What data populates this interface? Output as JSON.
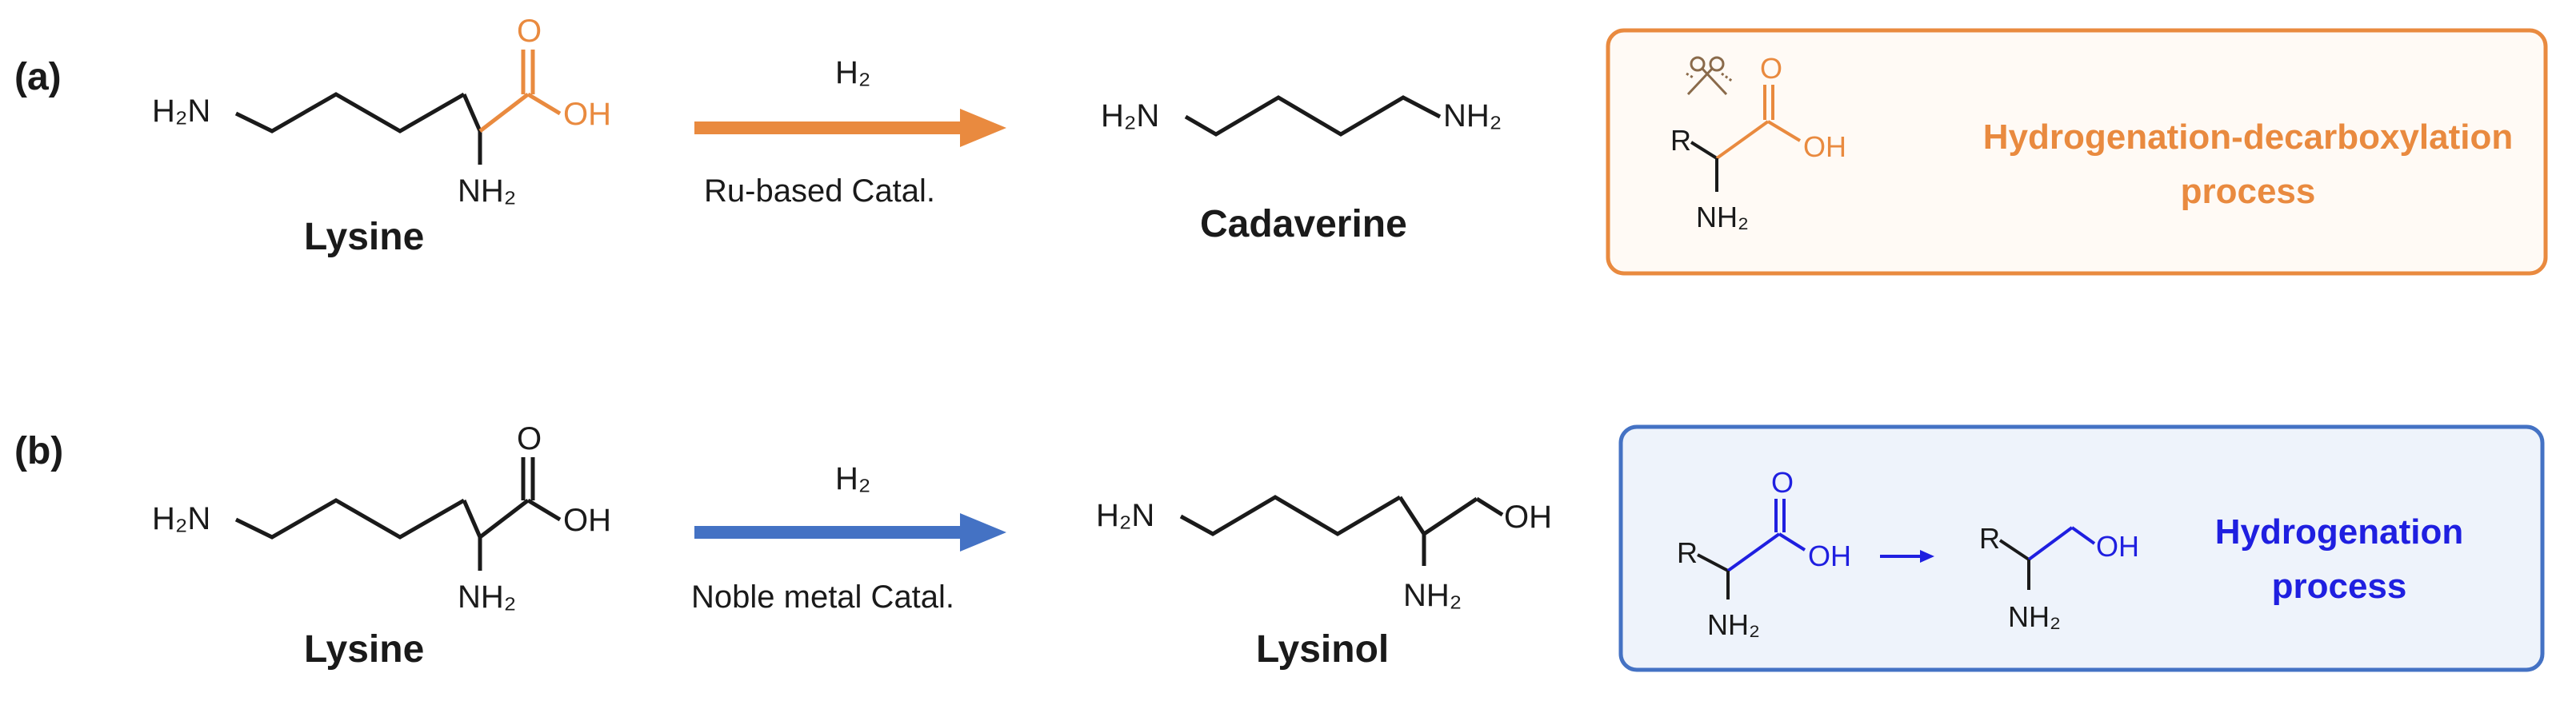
{
  "colors": {
    "black": "#1a1a1a",
    "orange": "#e98a3f",
    "blue": "#4472c4",
    "blue_text": "#1f1fe0",
    "orange_box_fill": "#fffaf5",
    "blue_box_fill": "#eef3fb"
  },
  "panel_a": {
    "tag": "(a)",
    "reactant": {
      "name": "Lysine",
      "h2n": "H₂N",
      "nh2": "NH₂",
      "o": "O",
      "oh": "OH"
    },
    "arrow": {
      "reagent": "H₂",
      "catalyst": "Ru-based Catal."
    },
    "product": {
      "name": "Cadaverine",
      "h2n": "H₂N",
      "nh2": "NH₂"
    },
    "box": {
      "r": "R",
      "oh": "OH",
      "nh2": "NH₂",
      "o": "O",
      "title_line1": "Hydrogenation-decarboxylation",
      "title_line2": "process",
      "icon": "scissors-icon"
    }
  },
  "panel_b": {
    "tag": "(b)",
    "reactant": {
      "name": "Lysine",
      "h2n": "H₂N",
      "nh2": "NH₂",
      "o": "O",
      "oh": "OH"
    },
    "arrow": {
      "reagent": "H₂",
      "catalyst": "Noble metal Catal."
    },
    "product": {
      "name": "Lysinol",
      "h2n": "H₂N",
      "nh2": "NH₂",
      "oh": "OH"
    },
    "box": {
      "r1": "R",
      "o": "O",
      "oh1": "OH",
      "nh2_1": "NH₂",
      "r2": "R",
      "oh2": "OH",
      "nh2_2": "NH₂",
      "title_line1": "Hydrogenation",
      "title_line2": "process"
    }
  }
}
